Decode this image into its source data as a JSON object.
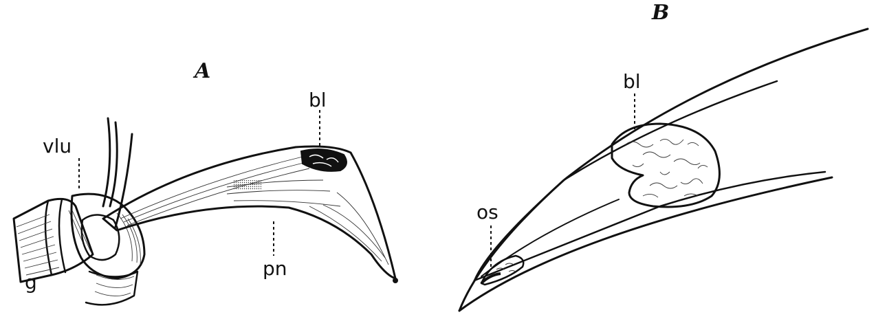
{
  "figure": {
    "panels": [
      {
        "id": "A",
        "label": "A",
        "parts": [
          {
            "key": "vlu",
            "label": "vlu"
          },
          {
            "key": "bl",
            "label": "bl"
          },
          {
            "key": "pn",
            "label": "pn"
          },
          {
            "key": "g",
            "label": "g"
          }
        ]
      },
      {
        "id": "B",
        "label": "B",
        "parts": [
          {
            "key": "bl",
            "label": "bl"
          },
          {
            "key": "os",
            "label": "os"
          }
        ]
      }
    ]
  }
}
